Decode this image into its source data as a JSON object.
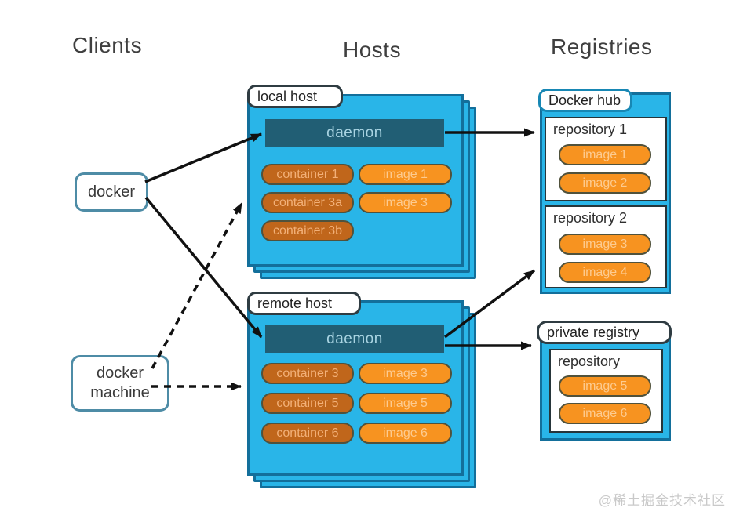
{
  "headers": {
    "clients": "Clients",
    "hosts": "Hosts",
    "registries": "Registries"
  },
  "clients": {
    "docker": "docker",
    "docker_machine": "docker machine"
  },
  "hosts": [
    {
      "label": "local host",
      "daemon": "daemon",
      "containers": [
        "container 1",
        "container 3a",
        "container 3b"
      ],
      "images": [
        "image 1",
        "image 3"
      ]
    },
    {
      "label": "remote host",
      "daemon": "daemon",
      "containers": [
        "container 3",
        "container 5",
        "container 6"
      ],
      "images": [
        "image 3",
        "image 5",
        "image 6"
      ]
    }
  ],
  "registries": [
    {
      "label": "Docker hub",
      "repositories": [
        {
          "name": "repository 1",
          "images": [
            "image 1",
            "image 2"
          ]
        },
        {
          "name": "repository 2",
          "images": [
            "image 3",
            "image 4"
          ]
        }
      ]
    },
    {
      "label": "private registry",
      "repositories": [
        {
          "name": "repository",
          "images": [
            "image 5",
            "image 6"
          ]
        }
      ]
    }
  ],
  "watermark": "@稀土掘金技术社区",
  "colors": {
    "host_fill": "#29b5e8",
    "host_border": "#136f9b",
    "daemon_fill": "#215e74",
    "container_fill": "#c0661b",
    "image_fill": "#f79320",
    "pill_border": "#50523c",
    "client_border": "#4e8ca6",
    "label_border": "#2f3c42",
    "arrow": "#111111",
    "watermark_text": "#c9c9c9"
  }
}
